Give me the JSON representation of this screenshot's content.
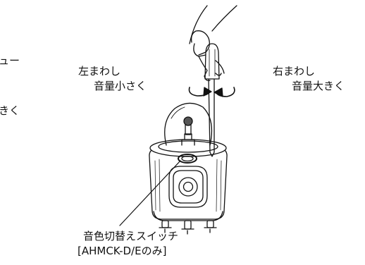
{
  "left_fragment": {
    "line1": "ュー",
    "line2": "きく"
  },
  "left_rotation": {
    "line1": "左まわし",
    "line2": "音量小さく"
  },
  "right_rotation": {
    "line1": "右まわし",
    "line2": "音量大きく"
  },
  "switch_label": {
    "line1": "音色切替えスイッチ",
    "line2": "[AHMCK-D/Eのみ]"
  }
}
